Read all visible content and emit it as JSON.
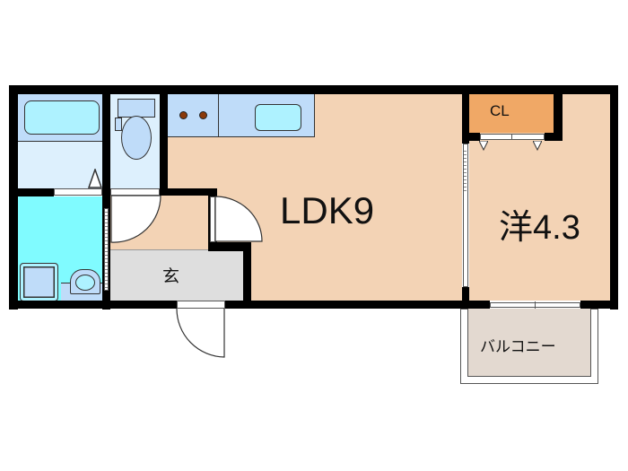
{
  "floorplan": {
    "rooms": {
      "ldk": {
        "label": "LDK9",
        "color": "#f3d3b5"
      },
      "western": {
        "label": "洋4.3",
        "color": "#f3d3b5"
      },
      "closet": {
        "label": "CL",
        "color": "#f0a866"
      },
      "entrance": {
        "label": "玄",
        "color": "#dedede"
      },
      "balcony": {
        "label": "バルコニー",
        "color": "#e3d9d0"
      },
      "bathroom": {
        "label": "",
        "color": "#ddf0fd"
      },
      "toilet": {
        "label": "",
        "color": "#ddf0fd"
      },
      "washroom": {
        "label": "",
        "color": "#80fbff"
      }
    },
    "colors": {
      "wall": "#000000",
      "fixture_blue": "#bfdcf9",
      "fixture_cyan": "#aef2ff",
      "burner": "#8b3a0a"
    }
  }
}
